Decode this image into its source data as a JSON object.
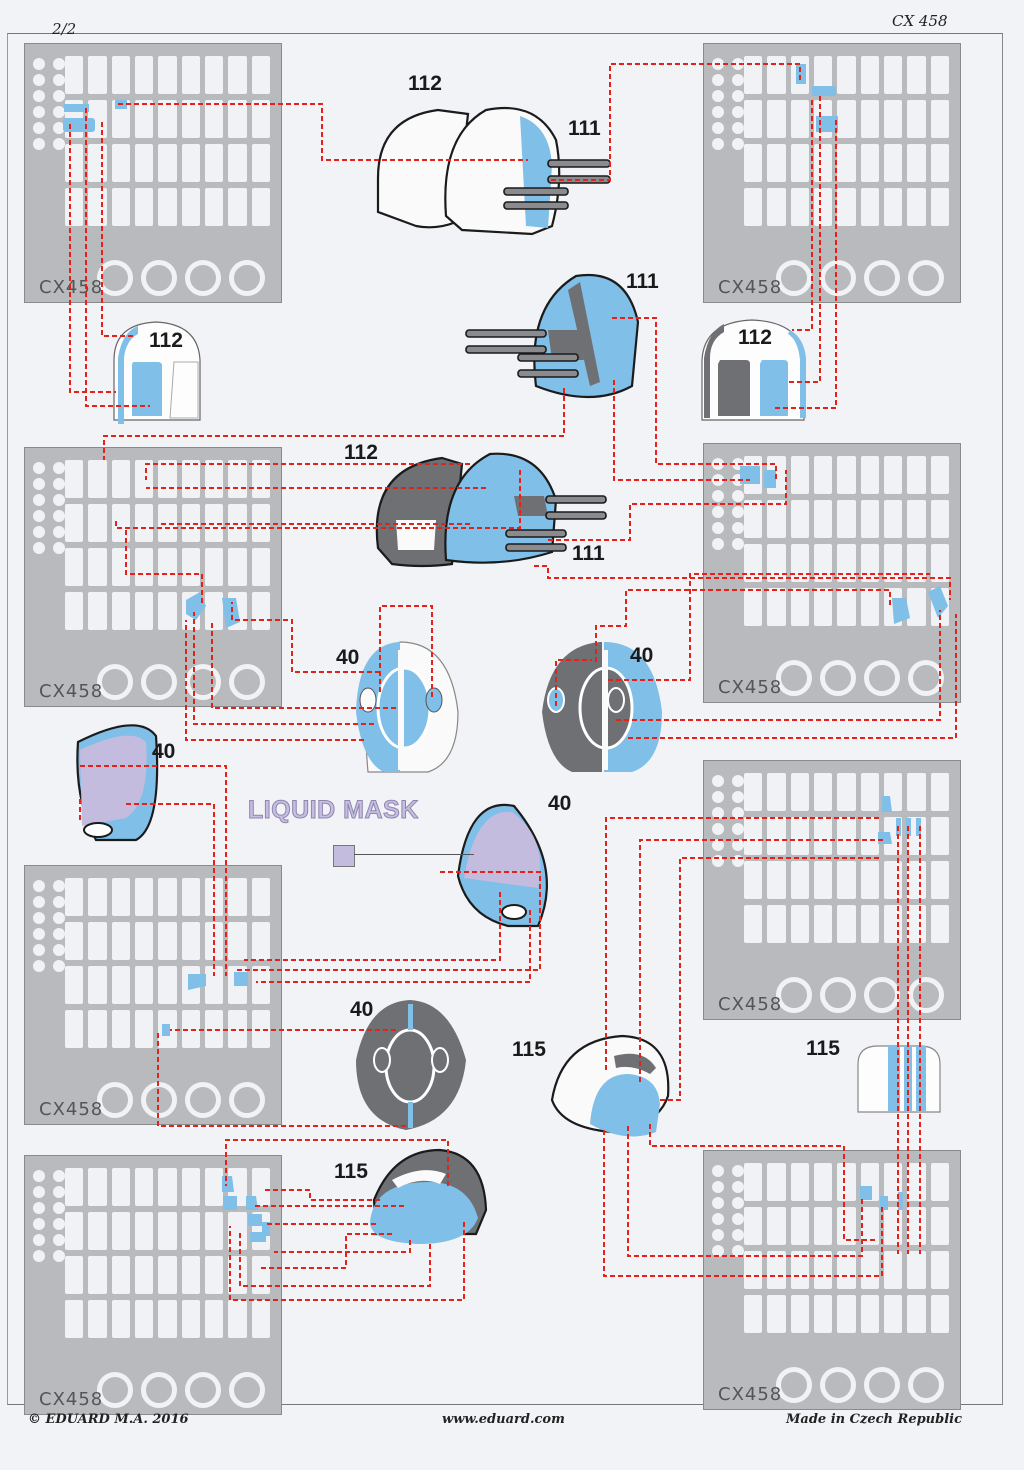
{
  "header": {
    "page": "2/2",
    "code": "CX 458"
  },
  "footer": {
    "copyright": "© EDUARD  M.A. 2016",
    "url": "www.eduard.com",
    "origin": "Made in Czech Republic"
  },
  "legend": {
    "liquid_mask_label": "LIQUID MASK"
  },
  "colors": {
    "mask_blue": "#7fbfe8",
    "liquid_mask": "#c4bcde",
    "dark_part": "#6f7074",
    "fret_grey": "#b9babd",
    "leader_red": "#e2231a"
  },
  "frets": [
    {
      "id": "fret-1",
      "code": "CX458"
    },
    {
      "id": "fret-2",
      "code": "CX458"
    },
    {
      "id": "fret-3",
      "code": "CX458"
    },
    {
      "id": "fret-4",
      "code": "CX458"
    },
    {
      "id": "fret-5",
      "code": "CX458"
    },
    {
      "id": "fret-6",
      "code": "CX458"
    },
    {
      "id": "fret-7",
      "code": "CX458"
    },
    {
      "id": "fret-8",
      "code": "CX458"
    }
  ],
  "parts": [
    {
      "id": "p1",
      "number": "112"
    },
    {
      "id": "p2",
      "number": "111"
    },
    {
      "id": "p3",
      "number": "111"
    },
    {
      "id": "p4",
      "number": "112"
    },
    {
      "id": "p5",
      "number": "112"
    },
    {
      "id": "p6",
      "number": "112"
    },
    {
      "id": "p7",
      "number": "111"
    },
    {
      "id": "p8",
      "number": "40"
    },
    {
      "id": "p9",
      "number": "40"
    },
    {
      "id": "p10",
      "number": "40"
    },
    {
      "id": "p11",
      "number": "40"
    },
    {
      "id": "p12",
      "number": "40"
    },
    {
      "id": "p13",
      "number": "115"
    },
    {
      "id": "p14",
      "number": "115"
    },
    {
      "id": "p15",
      "number": "115"
    }
  ]
}
